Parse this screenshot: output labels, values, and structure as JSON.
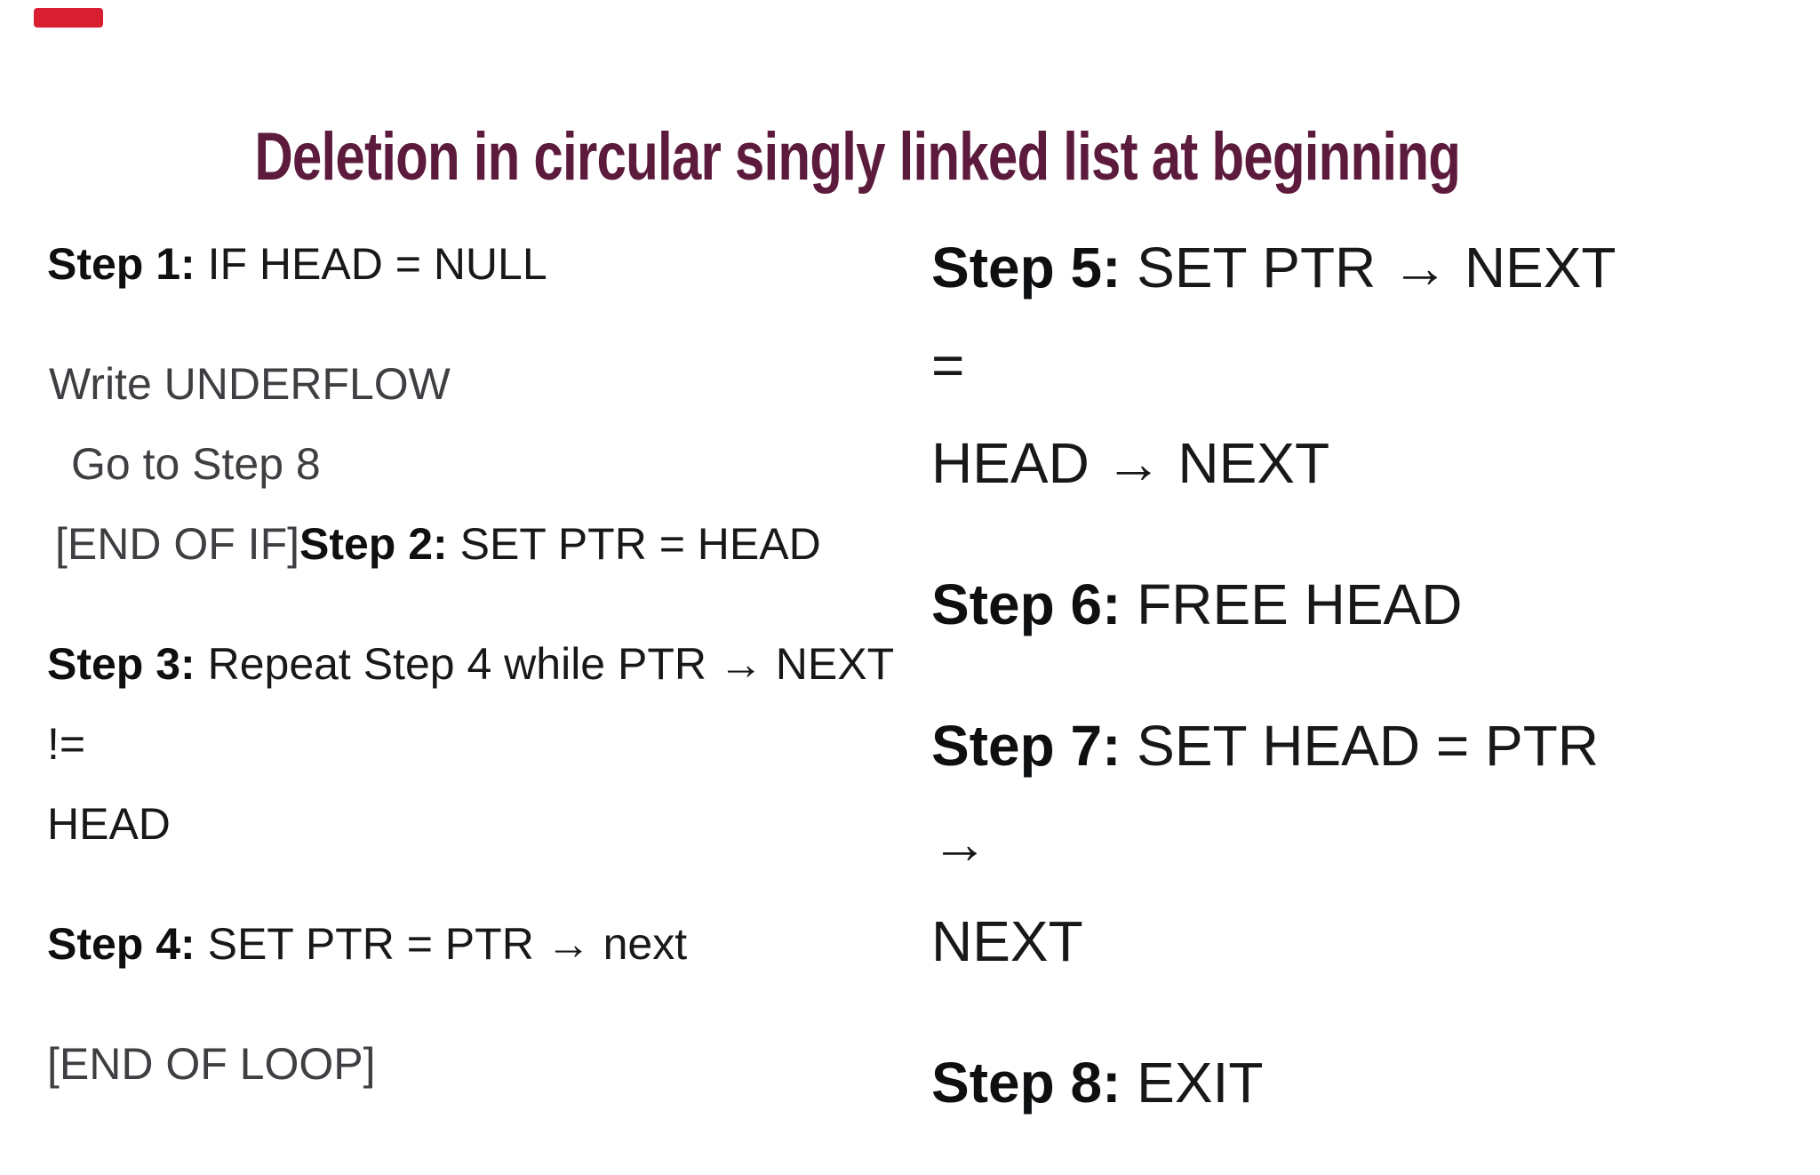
{
  "page": {
    "background_color": "#ffffff",
    "kind": "algorithm slide"
  },
  "decor": {
    "red_bar_color": "#d81e30"
  },
  "title": {
    "text": "Deletion in circular singly linked list at beginning",
    "color": "#5c1b3c"
  },
  "columns": {
    "left": {
      "step1": {
        "label": "Step 1:",
        "text": " IF HEAD = NULL"
      },
      "underflow_line": "Write UNDERFLOW",
      "goto_line": "Go to Step 8",
      "endif_prefix": "[END OF IF]",
      "step2": {
        "label": "Step 2:",
        "text": " SET PTR = HEAD"
      },
      "step3": {
        "label": "Step 3:",
        "line1": " Repeat Step 4 while PTR → NEXT !=",
        "line2": "HEAD"
      },
      "step4": {
        "label": "Step 4:",
        "text": " SET PTR = PTR → next"
      },
      "endloop_line": "[END OF LOOP]"
    },
    "right": {
      "step5": {
        "label": "Step 5:",
        "line1": " SET PTR → NEXT =",
        "line2": "HEAD → NEXT"
      },
      "step6": {
        "label": "Step 6:",
        "text": " FREE HEAD"
      },
      "step7": {
        "label": "Step 7:",
        "line1": " SET HEAD = PTR →",
        "line2": "NEXT"
      },
      "step8": {
        "label": "Step 8:",
        "text": " EXIT"
      }
    }
  }
}
